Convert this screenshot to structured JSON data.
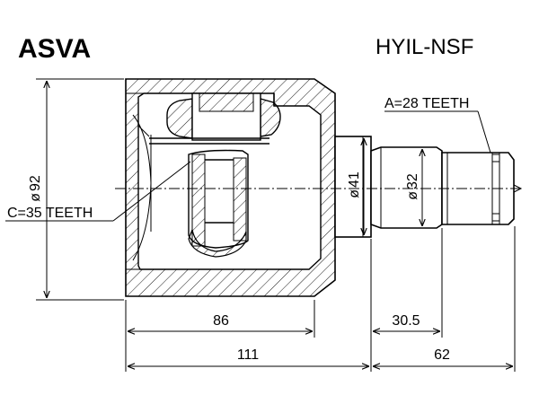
{
  "header": {
    "brand": "ASVA",
    "part_number": "HYIL-NSF"
  },
  "callouts": {
    "outer_teeth": "A=28 TEETH",
    "inner_teeth": "C=35 TEETH"
  },
  "dimensions": {
    "housing_diameter": "92",
    "flange_diameter": "41",
    "shaft_diameter": "32",
    "housing_length": "86",
    "overall_length": "111",
    "shaft_length": "62",
    "spline_length": "30.5"
  },
  "colors": {
    "line": "#000000",
    "background": "#ffffff"
  }
}
